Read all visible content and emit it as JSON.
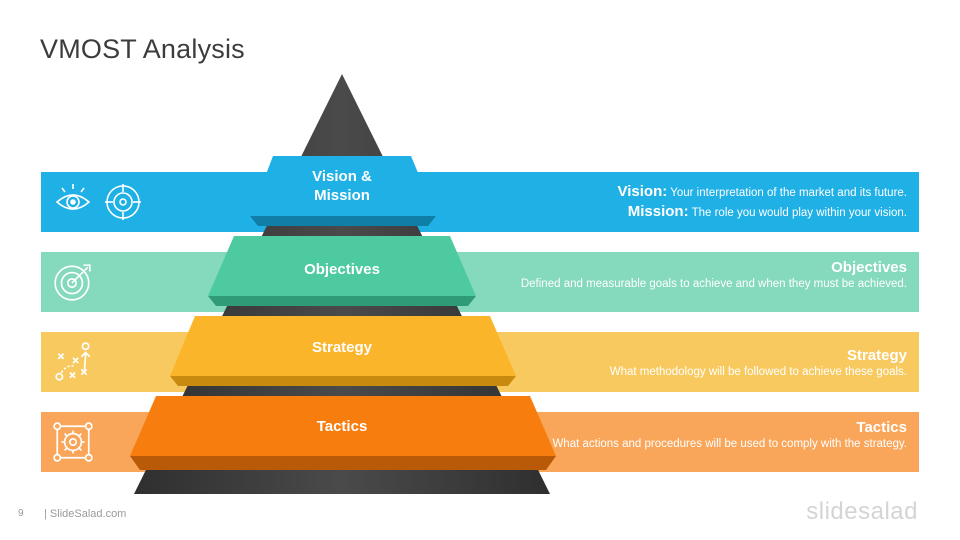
{
  "title": "VMOST Analysis",
  "colors": {
    "vision": "#1fb0e6",
    "objectives": "#4ecaa0",
    "strategy": "#fbb52b",
    "tactics": "#f77d0f",
    "pyramid_dark": "#3a3a3a"
  },
  "levels": [
    {
      "label": "Vision &\nMission",
      "icons": [
        "eye-icon",
        "target-crosshair-icon"
      ],
      "desc_rows": [
        {
          "term": "Vision:",
          "text": "Your interpretation of the market and its future."
        },
        {
          "term": "Mission:",
          "text": "The role you would play within your vision."
        }
      ]
    },
    {
      "label": "Objectives",
      "icons": [
        "bullseye-icon"
      ],
      "heading": "Objectives",
      "text": "Defined and measurable goals to achieve and when they must be achieved."
    },
    {
      "label": "Strategy",
      "icons": [
        "strategy-plan-icon"
      ],
      "heading": "Strategy",
      "text": "What methodology will be followed to achieve these goals."
    },
    {
      "label": "Tactics",
      "icons": [
        "process-gear-icon"
      ],
      "heading": "Tactics",
      "text": "What actions and procedures will be used to comply with the strategy."
    }
  ],
  "footer": {
    "page_number": "9",
    "site": "| SlideSalad.com",
    "brand": "slidesalad"
  }
}
